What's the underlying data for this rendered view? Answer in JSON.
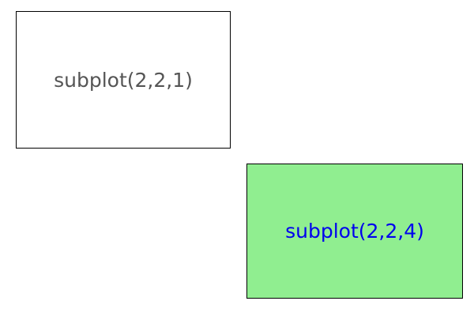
{
  "figure": {
    "background_color": "#ffffff"
  },
  "subplots": [
    {
      "label": "subplot(2,2,1)",
      "facecolor": "#ffffff",
      "edgecolor": "#000000",
      "label_color": "#555555"
    },
    {
      "label": "subplot(2,2,4)",
      "facecolor": "#90ee90",
      "edgecolor": "#000000",
      "label_color": "#0000ee"
    }
  ],
  "chart_data": {
    "type": "subplot-grid-demo",
    "title": "",
    "grid": [
      2,
      2
    ],
    "occupied_positions": [
      1,
      4
    ],
    "axes": [
      {
        "position": "2,2,1",
        "facecolor": "#ffffff",
        "edgecolor": "#000000",
        "has_ticks": false,
        "has_data": false,
        "annotation": {
          "text": "subplot(2,2,1)",
          "x": 0.5,
          "y": 0.5,
          "align": "center",
          "color": "#555555"
        }
      },
      {
        "position": "2,2,4",
        "facecolor": "#90ee90",
        "edgecolor": "#000000",
        "has_ticks": false,
        "has_data": false,
        "annotation": {
          "text": "subplot(2,2,4)",
          "x": 0.5,
          "y": 0.5,
          "align": "center",
          "color": "#0000ee"
        }
      }
    ]
  }
}
